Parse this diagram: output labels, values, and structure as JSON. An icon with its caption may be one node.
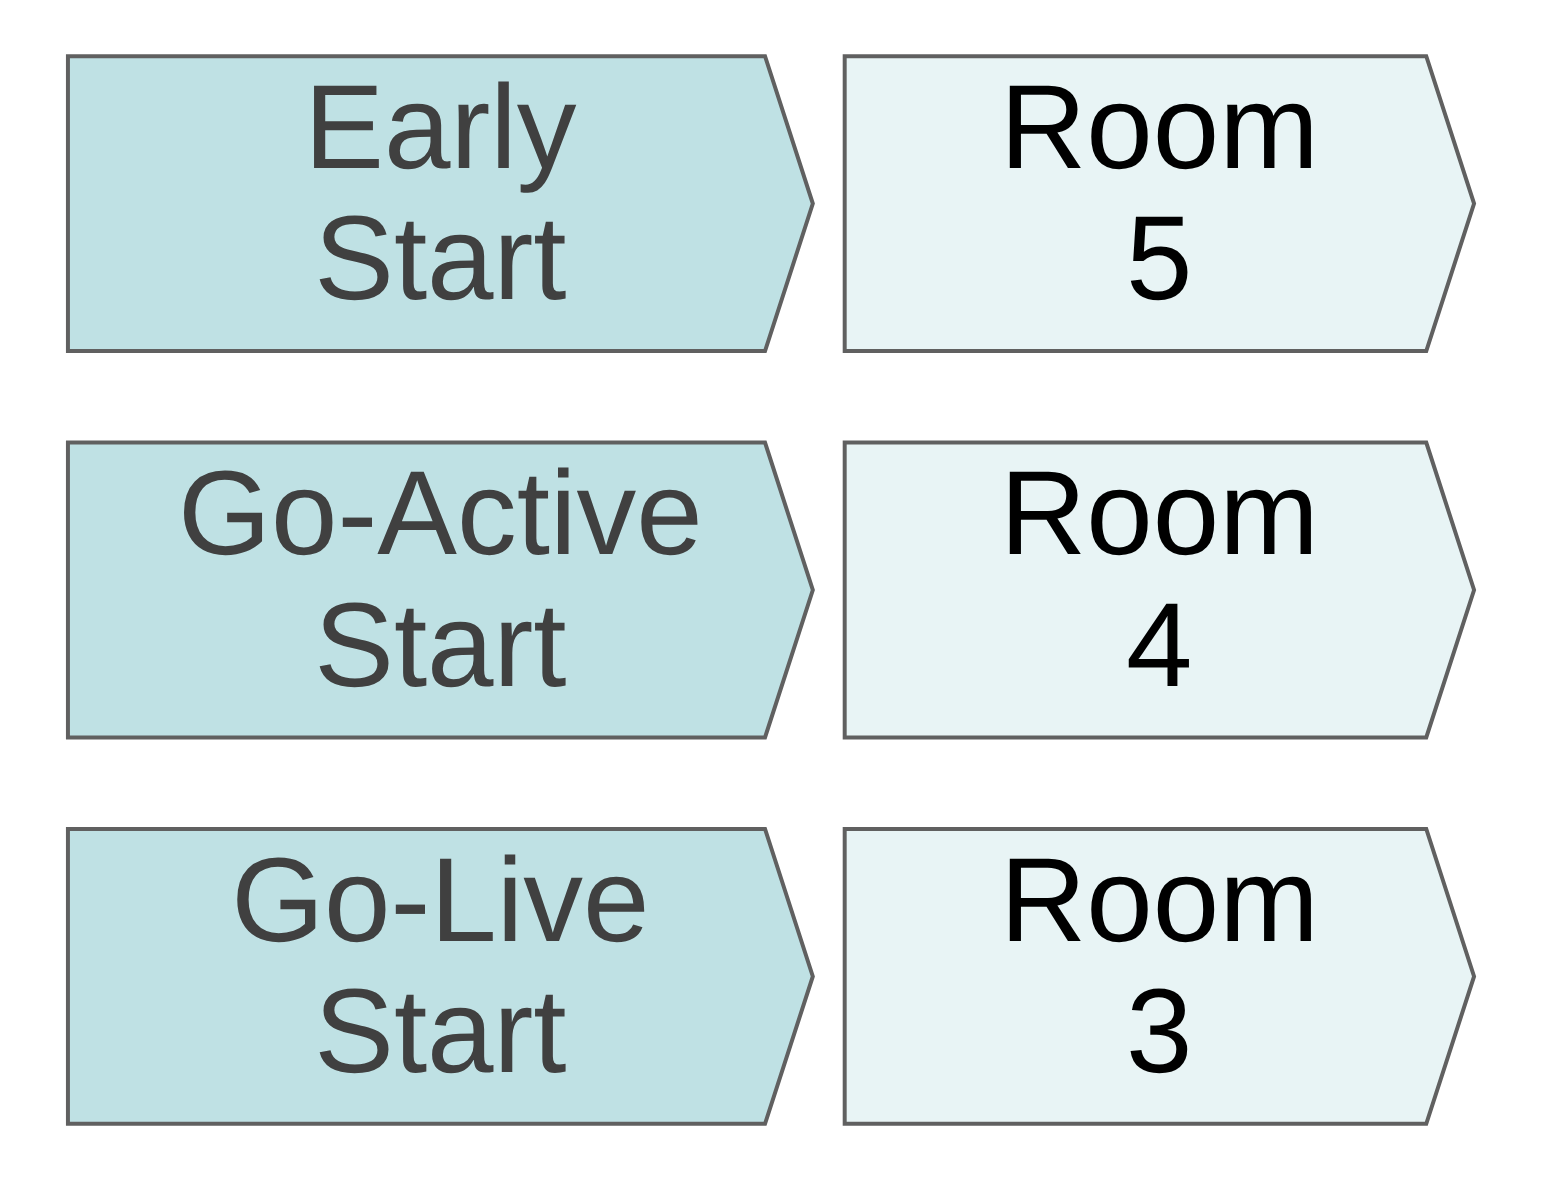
{
  "diagram": {
    "nodes": [
      {
        "text": [
          "Go-Live Start"
        ]
      },
      {
        "text": [
          "Room 3"
        ]
      },
      {
        "text": [
          "Go-Active Start"
        ]
      },
      {
        "text": [
          "Room 4"
        ]
      },
      {
        "text": [
          "Early Start"
        ]
      },
      {
        "text": [
          "Room 5"
        ]
      }
    ]
  }
}
